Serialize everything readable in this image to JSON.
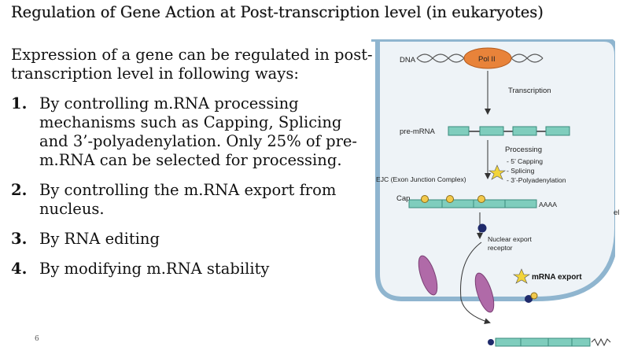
{
  "title": "Regulation of Gene Action at Post-transcription level (in eukaryotes)",
  "intro": "Expression of a gene can be regulated in post-transcription level in following ways:",
  "items": [
    {
      "num": "1.",
      "text": "By controlling m.RNA processing mechanisms such as Capping, Splicing and 3’-polyadenylation. Only 25% of pre-m.RNA can be selected for processing."
    },
    {
      "num": "2.",
      "text": "By controlling the m.RNA export from nucleus."
    },
    {
      "num": "3.",
      "text": "By RNA editing"
    },
    {
      "num": "4.",
      "text": "By modifying m.RNA stability"
    }
  ],
  "page_number": "6",
  "figure": {
    "dna": "DNA",
    "pol2": "Pol II",
    "transcription": "Transcription",
    "pre_mrna": "pre-mRNA",
    "processing": "Processing",
    "capping": "- 5’ Capping",
    "splicing": "- Splicing",
    "polyadenylation": "- 3’-Polyadenylation",
    "ejc": "EJC (Exon Junction Complex)",
    "cap": "Cap",
    "aaaa": "AAAA",
    "nuclear_export_1": "Nuclear export",
    "nuclear_export_2": "receptor",
    "mrna_export": "mRNA export",
    "edge_label": "el",
    "colors": {
      "nucleus_fill": "#eef3f7",
      "envelope": "#8fb5cf",
      "exon": "#7fcdbd",
      "pol2": "#e8833a",
      "pore": "#b06aa8",
      "ejc": "#f2c94c",
      "receptor": "#1f2a6b"
    }
  }
}
